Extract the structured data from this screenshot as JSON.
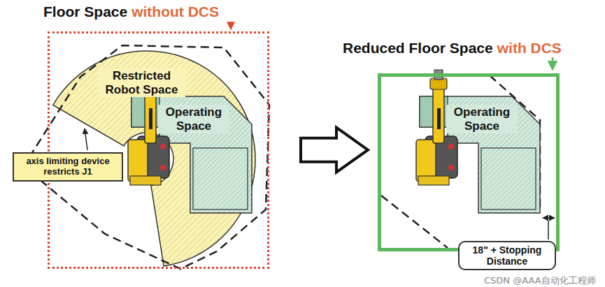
{
  "diagram": {
    "nodes": [
      {
        "text": [
          "Floor Space",
          "without DCS"
        ]
      },
      {
        "text": [
          "Restricted Robot Space"
        ],
        "in": 0
      },
      {
        "text": [
          "Operating Space"
        ],
        "in": 0
      },
      {
        "text": [
          "axis limiting device restricts J1"
        ],
        "in": 0
      },
      {
        "text": [
          "Reduced Floor Space",
          "with DCS"
        ]
      },
      {
        "text": [
          "Operating Space"
        ],
        "in": 4
      },
      {
        "text": [
          "18\" + Stopping Distance"
        ]
      }
    ],
    "edges": [
      {
        "from": 0,
        "to": 4,
        "arrow": "to"
      }
    ],
    "labels": [
      "CSDN @AAA自动化工程师"
    ]
  }
}
